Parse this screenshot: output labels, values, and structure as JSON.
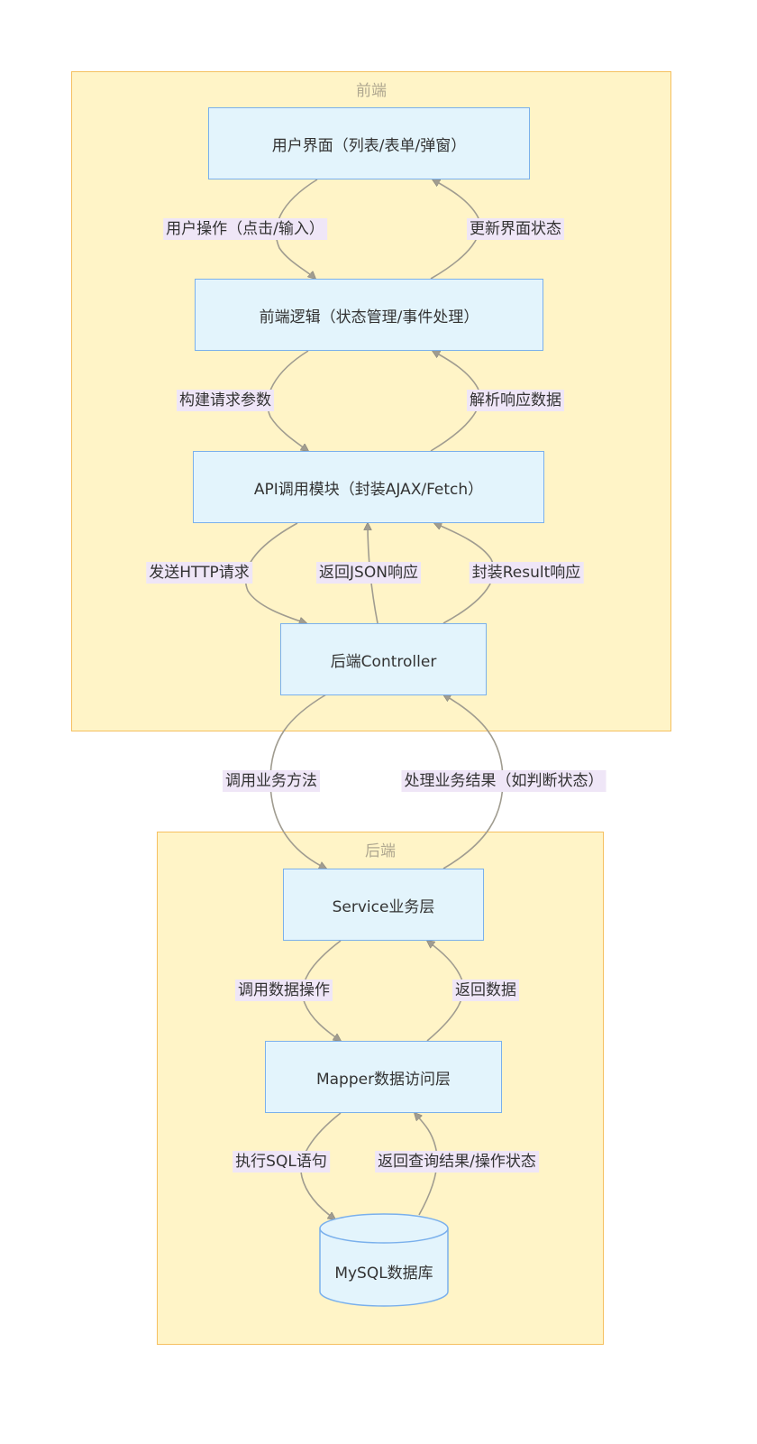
{
  "clusters": {
    "frontend": {
      "title": "前端"
    },
    "backend": {
      "title": "后端"
    }
  },
  "nodes": {
    "ui": "用户界面（列表/表单/弹窗）",
    "logic": "前端逻辑（状态管理/事件处理）",
    "api": "API调用模块（封装AJAX/Fetch）",
    "controller": "后端Controller",
    "service": "Service业务层",
    "mapper": "Mapper数据访问层",
    "db": "MySQL数据库"
  },
  "edges": {
    "user_action": "用户操作（点击/输入）",
    "update_ui": "更新界面状态",
    "build_params": "构建请求参数",
    "parse_response": "解析响应数据",
    "send_http": "发送HTTP请求",
    "return_json": "返回JSON响应",
    "wrap_result": "封装Result响应",
    "call_service": "调用业务方法",
    "handle_result": "处理业务结果（如判断状态）",
    "call_data": "调用数据操作",
    "return_data": "返回数据",
    "exec_sql": "执行SQL语句",
    "return_query": "返回查询结果/操作状态"
  },
  "colors": {
    "cluster_fill": "#fff4c7",
    "cluster_border": "#f5c060",
    "node_fill": "#e3f4fc",
    "node_border": "#7ab0ec",
    "edge": "#a09c90",
    "label_bg": "#efe6f7"
  }
}
